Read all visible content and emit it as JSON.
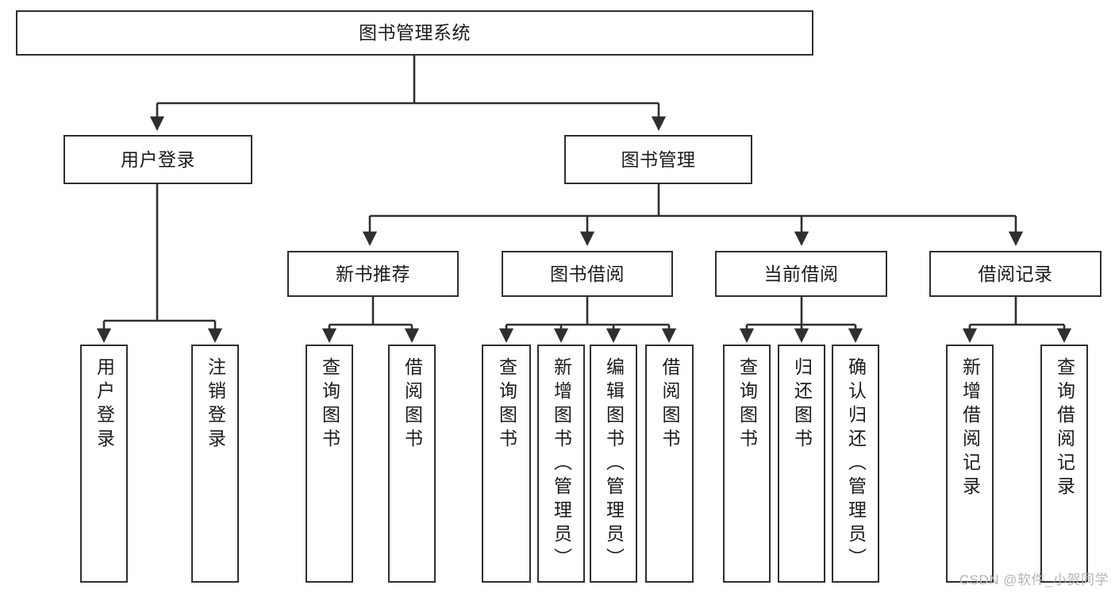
{
  "diagram": {
    "title": "图书管理系统",
    "type": "tree",
    "root": {
      "id": "root",
      "label": "图书管理系统"
    },
    "level2": [
      {
        "id": "user-login",
        "label": "用户登录"
      },
      {
        "id": "book-manage",
        "label": "图书管理"
      }
    ],
    "level3": [
      {
        "id": "new-book-rec",
        "label": "新书推荐"
      },
      {
        "id": "book-borrow",
        "label": "图书借阅"
      },
      {
        "id": "current-borrow",
        "label": "当前借阅"
      },
      {
        "id": "borrow-record",
        "label": "借阅记录"
      }
    ],
    "leaves": [
      {
        "id": "leaf-user-login",
        "label": "用户登录",
        "parent": "user-login"
      },
      {
        "id": "leaf-user-logout",
        "label": "注销登录",
        "parent": "user-login"
      },
      {
        "id": "leaf-query-book-1",
        "label": "查询图书",
        "parent": "new-book-rec"
      },
      {
        "id": "leaf-borrow-book-1",
        "label": "借阅图书",
        "parent": "new-book-rec"
      },
      {
        "id": "leaf-query-book-2",
        "label": "查询图书",
        "parent": "book-borrow"
      },
      {
        "id": "leaf-add-book",
        "label": "新增图书（管理员）",
        "parent": "book-borrow"
      },
      {
        "id": "leaf-edit-book",
        "label": "编辑图书（管理员）",
        "parent": "book-borrow"
      },
      {
        "id": "leaf-borrow-book-2",
        "label": "借阅图书",
        "parent": "book-borrow"
      },
      {
        "id": "leaf-query-book-3",
        "label": "查询图书",
        "parent": "current-borrow"
      },
      {
        "id": "leaf-return-book",
        "label": "归还图书",
        "parent": "current-borrow"
      },
      {
        "id": "leaf-confirm-return",
        "label": "确认归还（管理员）",
        "parent": "current-borrow"
      },
      {
        "id": "leaf-add-record",
        "label": "新增借阅记录",
        "parent": "borrow-record"
      },
      {
        "id": "leaf-query-record",
        "label": "查询借阅记录",
        "parent": "borrow-record"
      }
    ],
    "colors": {
      "border": "#2f2f2f",
      "background": "#ffffff",
      "text": "#1b1b1b",
      "edge": "#2f2f2f",
      "watermark": "#b4b4b4"
    }
  },
  "watermark": {
    "text": "CSDN @软件_小贺同学"
  }
}
